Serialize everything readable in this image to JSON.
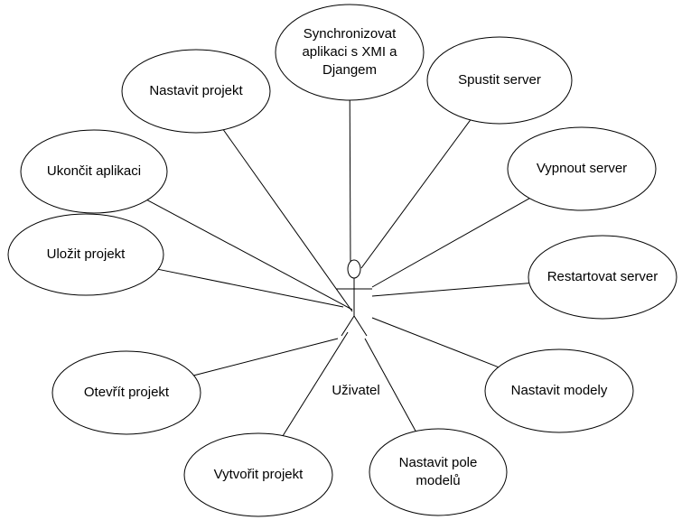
{
  "actor": {
    "name": "actor-uzivatel",
    "label": "Uživatel"
  },
  "use_cases": [
    {
      "name": "use-case-synchronizovat",
      "lines": [
        "Synchronizovat",
        "aplikaci s XMI a",
        "Djangem"
      ]
    },
    {
      "name": "use-case-spustit-server",
      "lines": [
        "Spustit server"
      ]
    },
    {
      "name": "use-case-vypnout-server",
      "lines": [
        "Vypnout server"
      ]
    },
    {
      "name": "use-case-restartovat-server",
      "lines": [
        "Restartovat server"
      ]
    },
    {
      "name": "use-case-nastavit-modely",
      "lines": [
        "Nastavit modely"
      ]
    },
    {
      "name": "use-case-nastavit-pole-modelu",
      "lines": [
        "Nastavit pole",
        "modelů"
      ]
    },
    {
      "name": "use-case-vytvorit-projekt",
      "lines": [
        "Vytvořit projekt"
      ]
    },
    {
      "name": "use-case-otevrit-projekt",
      "lines": [
        "Otevřít projekt"
      ]
    },
    {
      "name": "use-case-ulozit-projekt",
      "lines": [
        "Uložit projekt"
      ]
    },
    {
      "name": "use-case-ukoncit-aplikaci",
      "lines": [
        "Ukončit aplikaci"
      ]
    },
    {
      "name": "use-case-nastavit-projekt",
      "lines": [
        "Nastavit projekt"
      ]
    }
  ]
}
